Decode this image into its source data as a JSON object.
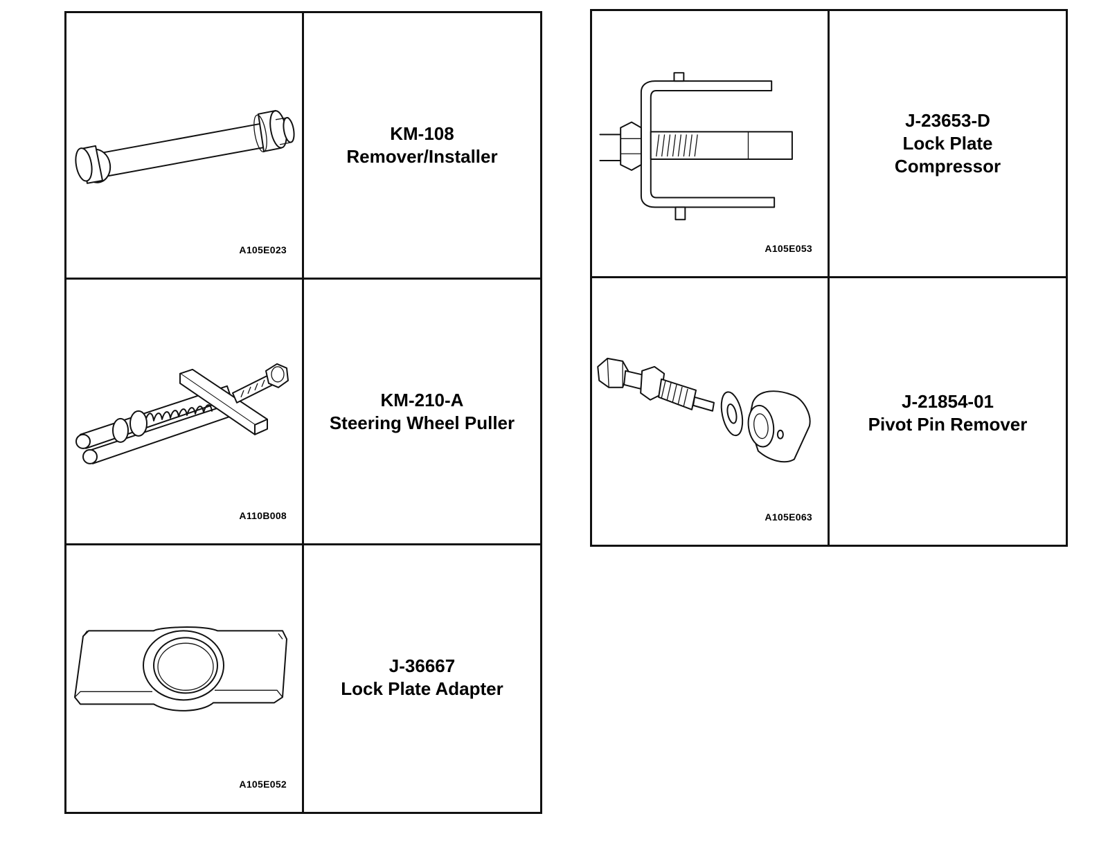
{
  "tools": [
    {
      "number": "KM-108",
      "name_lines": [
        "Remover/Installer"
      ],
      "figure_code": "A105E023",
      "icon": "remover-installer-icon"
    },
    {
      "number": "KM-210-A",
      "name_lines": [
        "Steering Wheel Puller"
      ],
      "figure_code": "A110B008",
      "icon": "steering-wheel-puller-icon"
    },
    {
      "number": "J-36667",
      "name_lines": [
        "Lock Plate Adapter"
      ],
      "figure_code": "A105E052",
      "icon": "lock-plate-adapter-icon"
    },
    {
      "number": "J-23653-D",
      "name_lines": [
        "Lock Plate",
        "Compressor"
      ],
      "figure_code": "A105E053",
      "icon": "lock-plate-compressor-icon"
    },
    {
      "number": "J-21854-01",
      "name_lines": [
        "Pivot Pin Remover"
      ],
      "figure_code": "A105E063",
      "icon": "pivot-pin-remover-icon"
    }
  ]
}
